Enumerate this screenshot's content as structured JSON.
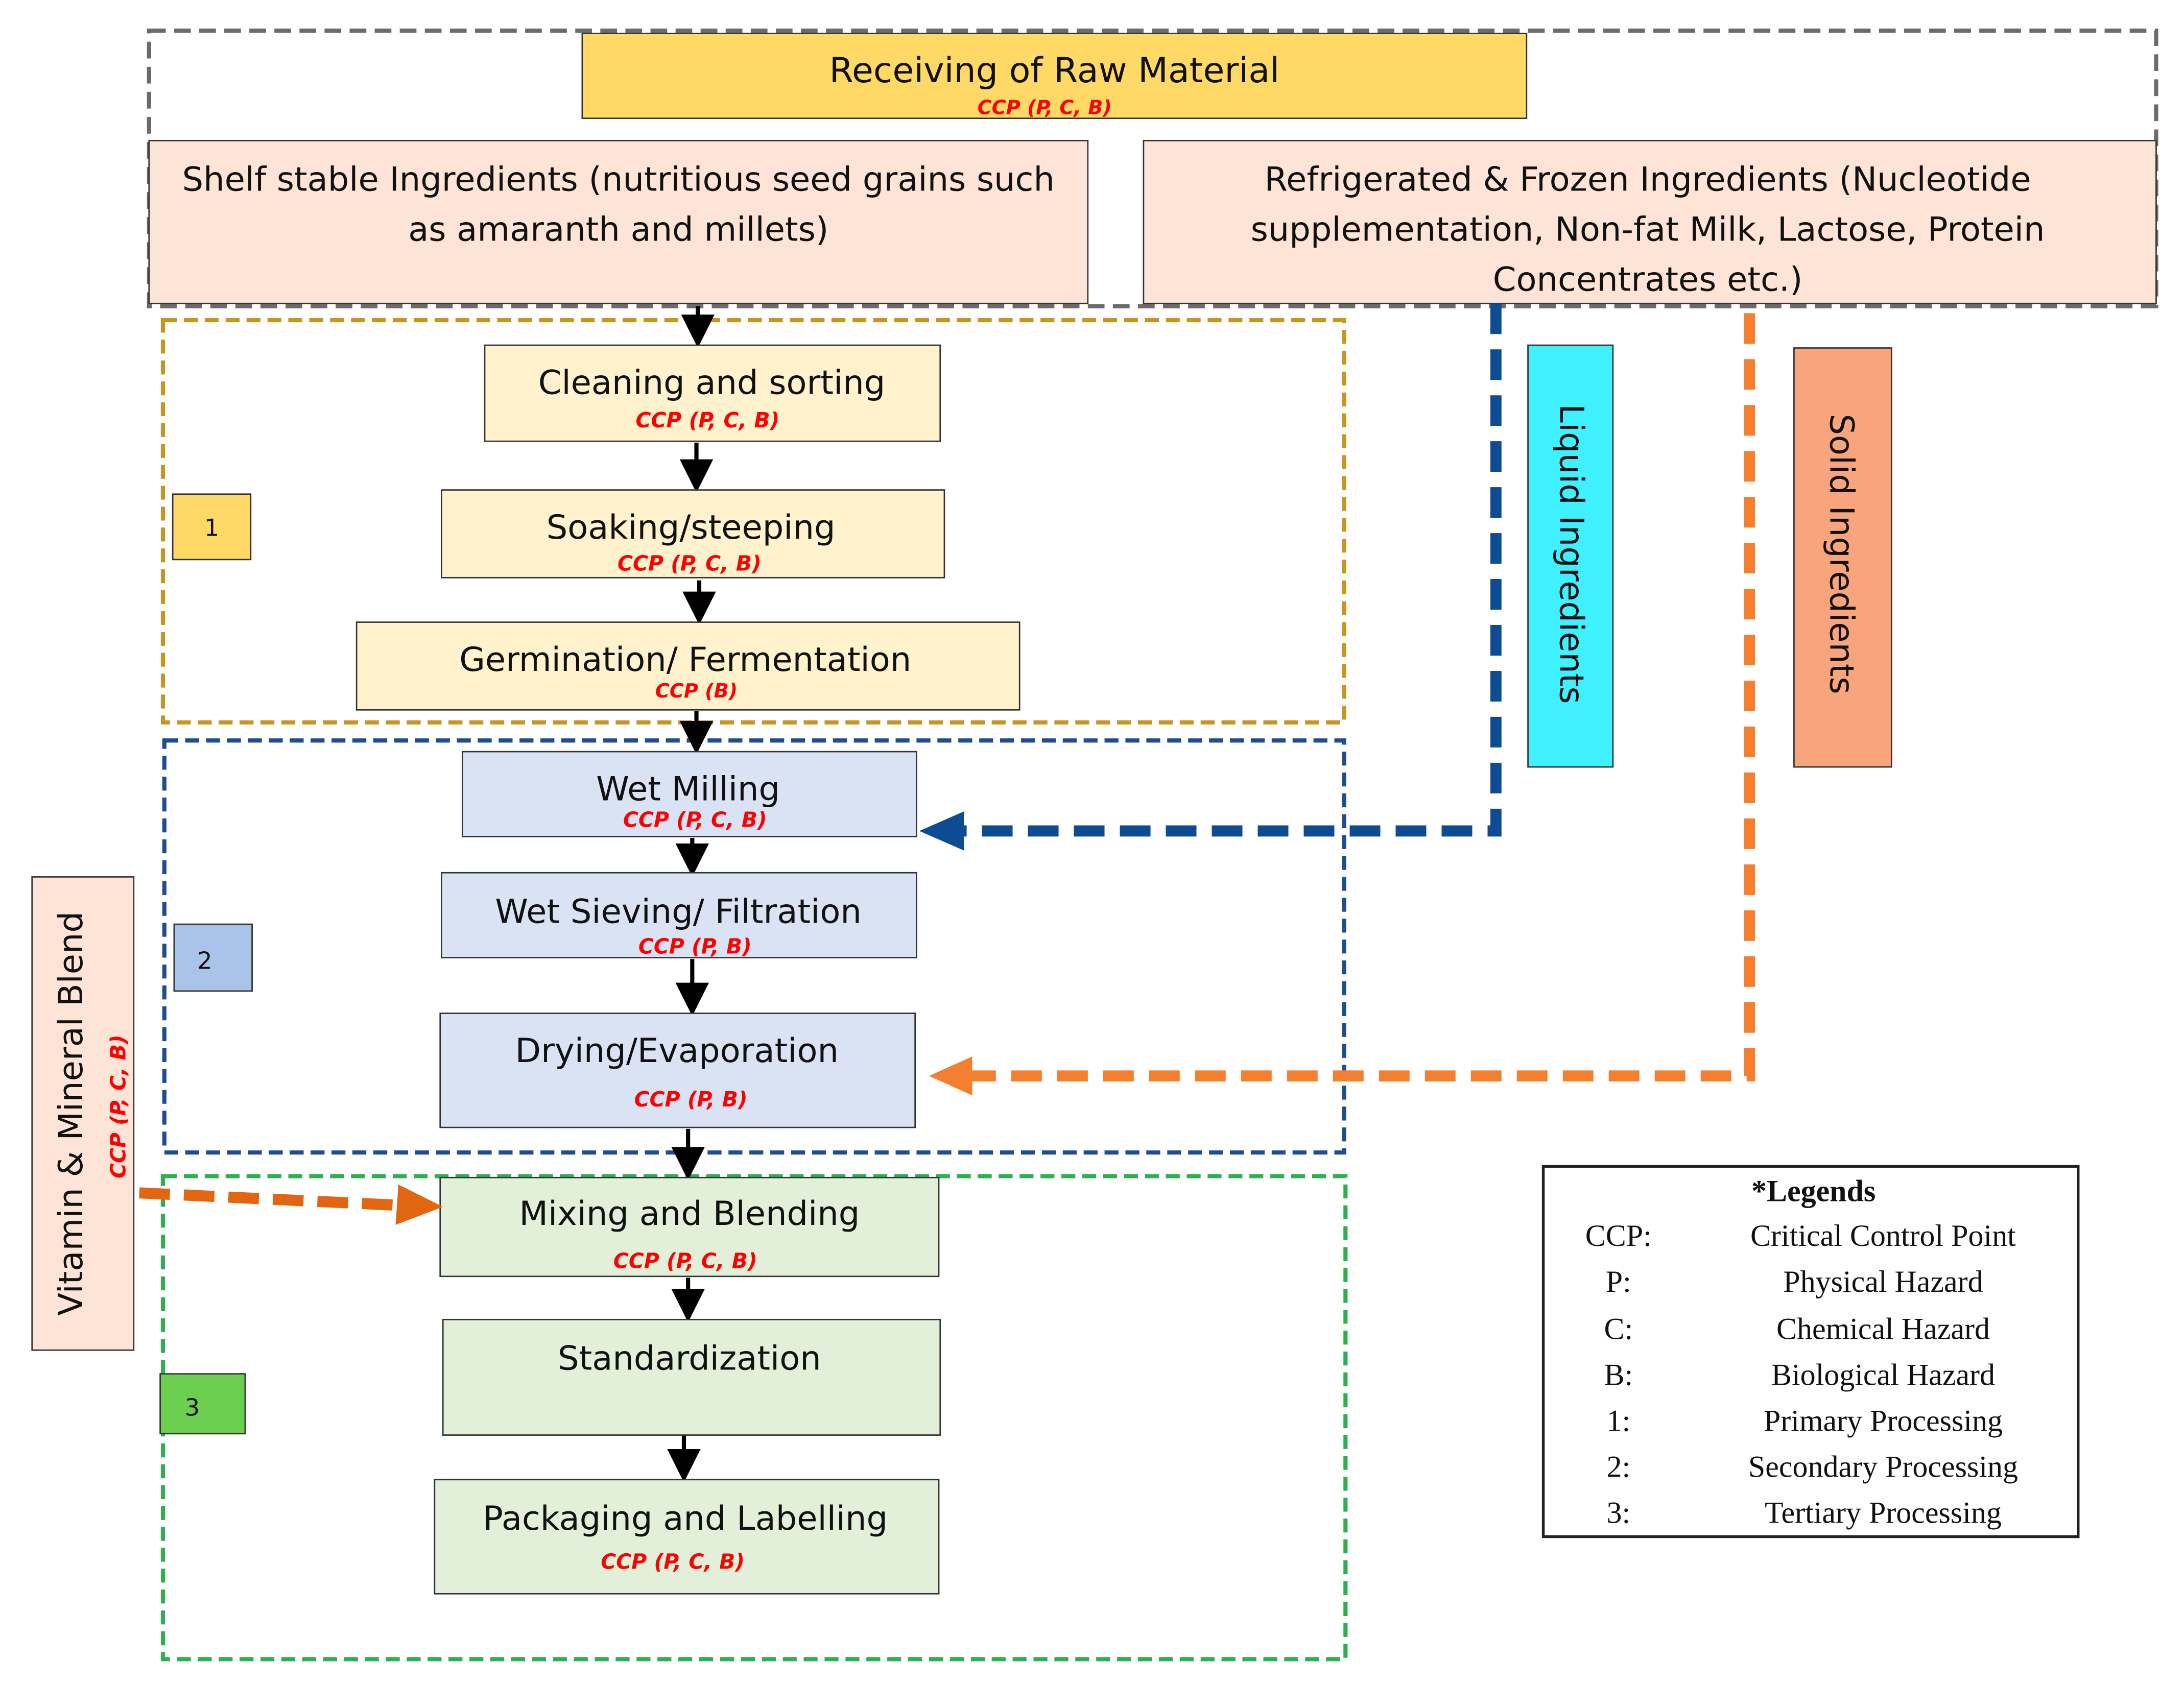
{
  "header": {
    "title": "Receiving of Raw Material",
    "ccp": "CCP (P, C, B)"
  },
  "ingredients": {
    "shelf_stable": [
      "Shelf stable Ingredients (nutritious seed grains such",
      "as amaranth and millets)"
    ],
    "refrigerated": [
      "Refrigerated & Frozen Ingredients (Nucleotide",
      "supplementation, Non-fat Milk, Lactose, Protein",
      "Concentrates etc.)"
    ]
  },
  "side_labels": {
    "liquid": "Liquid Ingredients",
    "solid": "Solid Ingredients",
    "vitamin": "Vitamin & Mineral Blend",
    "vitamin_ccp": "CCP (P, C, B)"
  },
  "stage_badges": [
    "1",
    "2",
    "3"
  ],
  "steps": [
    {
      "label": "Cleaning and sorting",
      "ccp": "CCP (P, C, B)"
    },
    {
      "label": "Soaking/steeping",
      "ccp": "CCP (P, C, B)"
    },
    {
      "label": "Germination/ Fermentation",
      "ccp": "CCP (B)"
    },
    {
      "label": "Wet Milling",
      "ccp": "CCP (P, C, B)"
    },
    {
      "label": "Wet Sieving/ Filtration",
      "ccp": "CCP (P, B)"
    },
    {
      "label": "Drying/Evaporation",
      "ccp": "CCP (P, B)"
    },
    {
      "label": "Mixing and Blending",
      "ccp": "CCP (P, C, B)"
    },
    {
      "label": "Standardization",
      "ccp": ""
    },
    {
      "label": "Packaging and Labelling",
      "ccp": "CCP (P, C, B)"
    }
  ],
  "legend": {
    "title": "*Legends",
    "items": [
      {
        "key": "CCP:",
        "value": "Critical Control Point"
      },
      {
        "key": "P:",
        "value": "Physical Hazard"
      },
      {
        "key": "C:",
        "value": "Chemical Hazard"
      },
      {
        "key": "B:",
        "value": "Biological Hazard"
      },
      {
        "key": "1:",
        "value": "Primary Processing"
      },
      {
        "key": "2:",
        "value": "Secondary Processing"
      },
      {
        "key": "3:",
        "value": "Tertiary Processing"
      }
    ]
  },
  "colors": {
    "gold_box": "#ffd966",
    "peach_box": "#fde4d6",
    "stage1_fill": "#fff2cc",
    "stage2_fill": "#dae3f3",
    "stage3_fill": "#e2f0d9",
    "stage1_border": "#c8961e",
    "stage2_border": "#1f4e8c",
    "stage3_border": "#2eb050",
    "liquid_fill": "#3ff0ff",
    "solid_fill": "#f8a57d",
    "badge2_fill": "#a9c4e8",
    "badge3_fill": "#6dcf4f",
    "blue_arrow": "#0d4c92",
    "orange_arrow": "#f4802f",
    "vitamin_arrow": "#e2650f",
    "ccp_red": "#ff0000"
  }
}
